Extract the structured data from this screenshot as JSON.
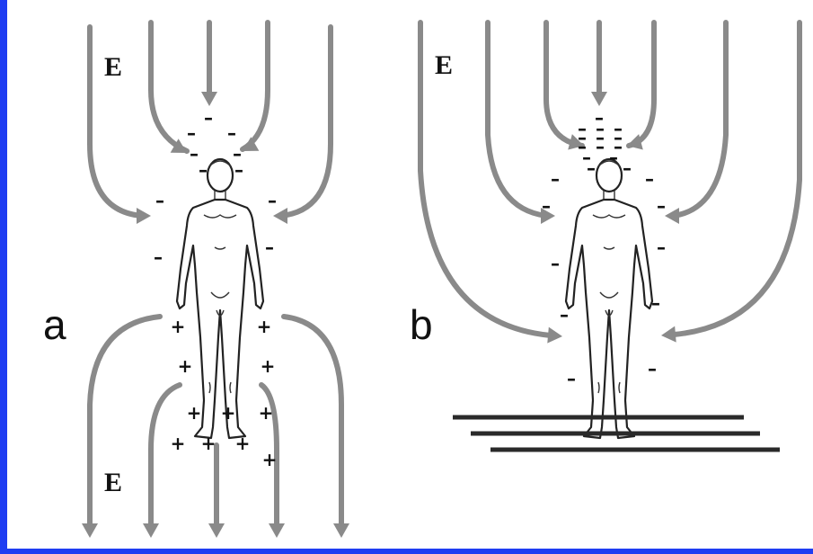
{
  "panel_a": {
    "label": "a",
    "field_label_top": "E",
    "field_label_bottom": "E",
    "negative_sign": "–",
    "positive_sign": "+"
  },
  "panel_b": {
    "label": "b",
    "field_label_top": "E",
    "negative_sign": "–"
  },
  "colors": {
    "background_frame": "#1f3df2",
    "field_lines": "#8a8a8a",
    "ground_lines": "#2a2a2a"
  }
}
